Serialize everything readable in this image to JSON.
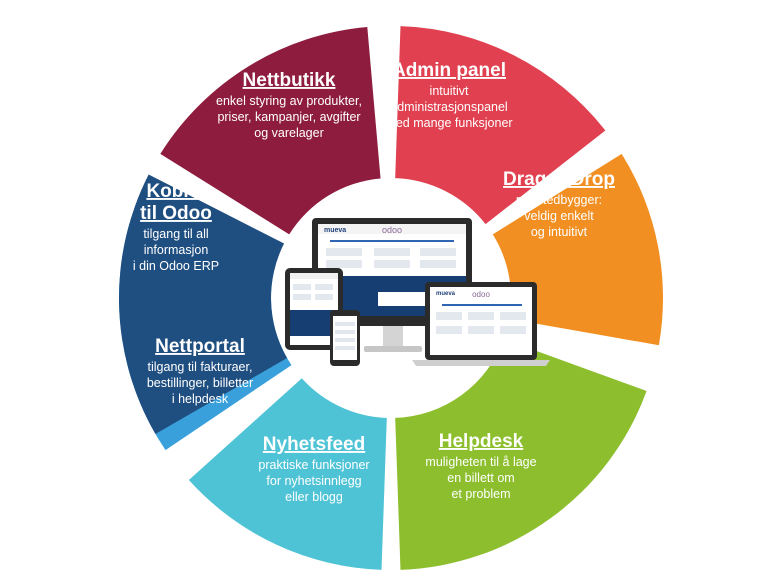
{
  "colors": {
    "nettbutikk": "#8e1c3f",
    "admin": "#e0404f",
    "dragdrop": "#f28f22",
    "helpdesk": "#8cbe2d",
    "nyhetsfeed": "#4fc3d6",
    "nettportal": "#3aa0dc",
    "odoo": "#1f4e80",
    "brand_odoo": "#8a6a98",
    "brand_mueva": "#1f3f7a"
  },
  "segments": [
    {
      "id": "nettbutikk",
      "title": [
        "Nettbutikk"
      ],
      "desc": [
        "enkel styring av produkter,",
        "priser, kampanjer, avgifter",
        "og varelager"
      ]
    },
    {
      "id": "admin",
      "title": [
        "Admin panel"
      ],
      "desc": [
        "intuitivt",
        "administrasjonspanel",
        "med mange funksjoner"
      ]
    },
    {
      "id": "dragdrop",
      "title": [
        "Drag & Drop"
      ],
      "desc": [
        "nettstedbygger:",
        "veldig enkelt",
        "og intuitivt"
      ]
    },
    {
      "id": "helpdesk",
      "title": [
        "Helpdesk"
      ],
      "desc": [
        "muligheten til å lage",
        "en billett om",
        "et problem"
      ]
    },
    {
      "id": "nyhetsfeed",
      "title": [
        "Nyhetsfeed"
      ],
      "desc": [
        "praktiske funksjoner",
        "for nyhetsinnlegg",
        "eller blogg"
      ]
    },
    {
      "id": "nettportal",
      "title": [
        "Nettportal"
      ],
      "desc": [
        "tilgang til fakturaer,",
        "bestillinger, billetter",
        "i helpdesk"
      ]
    },
    {
      "id": "odoo",
      "title": [
        "Koblet",
        "til Odoo"
      ],
      "desc": [
        "tilgang til all",
        "informasjon",
        "i din Odoo ERP"
      ]
    }
  ],
  "devices": {
    "brand_left": "mueva",
    "brand_center": "odoo"
  }
}
